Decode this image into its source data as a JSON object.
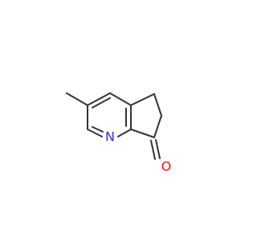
{
  "molecule": {
    "atoms": [
      {
        "id": "N",
        "label": "N",
        "color": "#2d2dff"
      },
      {
        "id": "O",
        "label": "O",
        "color": "#ff0d0d"
      }
    ],
    "bond_color": "#333333",
    "background": "#ffffff"
  }
}
